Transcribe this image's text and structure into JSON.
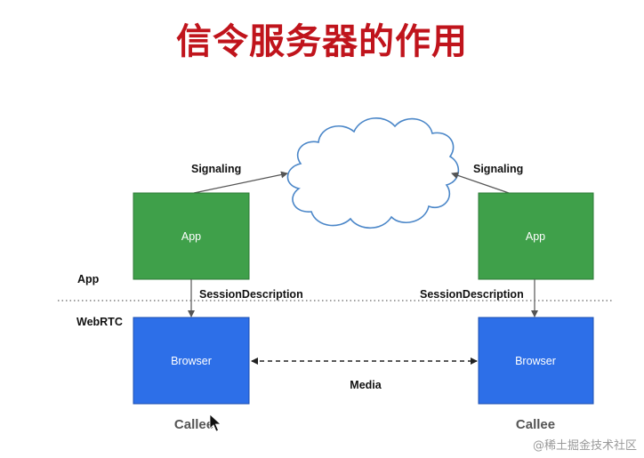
{
  "title": "信令服务器的作用",
  "layers": {
    "app": "App",
    "webrtc": "WebRTC"
  },
  "left": {
    "app_box": "App",
    "browser_box": "Browser",
    "signaling": "Signaling",
    "session": "SessionDescription",
    "party": "Callee"
  },
  "right": {
    "app_box": "App",
    "browser_box": "Browser",
    "signaling": "Signaling",
    "session": "SessionDescription",
    "party": "Callee"
  },
  "media": "Media",
  "watermark": "@稀土掘金技术社区",
  "colors": {
    "title": "#c0141c",
    "app_box": "#3fa04a",
    "browser_box": "#2d6fe8",
    "cloud_stroke": "#4a86c8"
  }
}
